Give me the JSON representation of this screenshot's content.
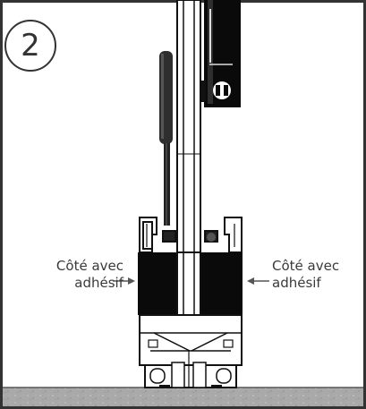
{
  "step": {
    "number": "2"
  },
  "annotations": {
    "left": {
      "line1": "Côté avec",
      "line2": "adhésif"
    },
    "right": {
      "line1": "Côté avec",
      "line2": "adhésif"
    }
  },
  "colors": {
    "outline": "#111111",
    "dark_fill": "#222222",
    "black_fill": "#0a0a0a",
    "floor": "#a9a9a9",
    "border": "#333333"
  }
}
